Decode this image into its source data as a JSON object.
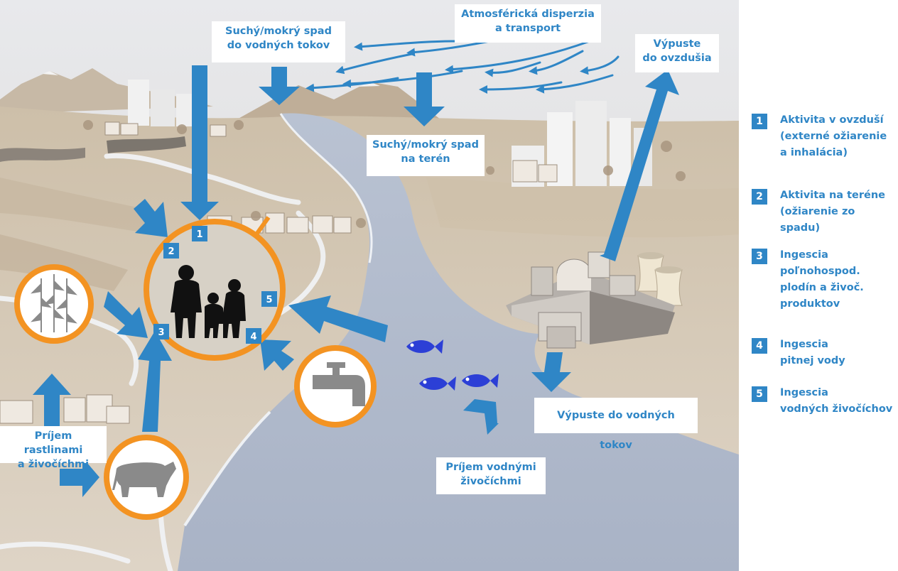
{
  "labels": {
    "dry_wet_waterways": [
      "Suchý/mokrý spad",
      "do vodných tokov"
    ],
    "atmospheric": [
      "Atmosférická disperzia",
      "a transport"
    ],
    "releases_air": [
      "Výpuste",
      "do ovzdušia"
    ],
    "dry_wet_terrain": [
      "Suchý/mokrý spad",
      "na terén"
    ],
    "releases_water": "Výpuste do vodných tokov",
    "uptake_aquatic": [
      "Príjem vodnými",
      "živočíchmi"
    ],
    "uptake_plants": [
      "Príjem rastlinami",
      "a živočíchmi"
    ]
  },
  "badges": [
    "1",
    "2",
    "3",
    "4",
    "5"
  ],
  "legend": [
    {
      "num": "1",
      "lines": [
        "Aktivita v ovzduší",
        "(externé ožiarenie",
        "a inhalácia)"
      ]
    },
    {
      "num": "2",
      "lines": [
        "Aktivita na teréne",
        "(ožiarenie zo spadu)"
      ]
    },
    {
      "num": "3",
      "lines": [
        "Ingescia",
        "poľnohospod.",
        "plodín a živoč.",
        "produktov"
      ]
    },
    {
      "num": "4",
      "lines": [
        "Ingescia",
        "pitnej vody"
      ]
    },
    {
      "num": "5",
      "lines": [
        "Ingescia",
        "vodných živočíchov"
      ]
    }
  ],
  "icons": [
    "people-icon",
    "crops-icon",
    "faucet-icon",
    "cow-icon",
    "fish-icon",
    "nuclear-plant-icon",
    "city-icon",
    "houses-icon",
    "mountains-icon"
  ],
  "colors": {
    "accent_blue": "#2f86c6",
    "circle_orange": "#f39322",
    "river": "#aab5c8",
    "land": "#d8ccba",
    "fish": "#2c3fd6"
  }
}
